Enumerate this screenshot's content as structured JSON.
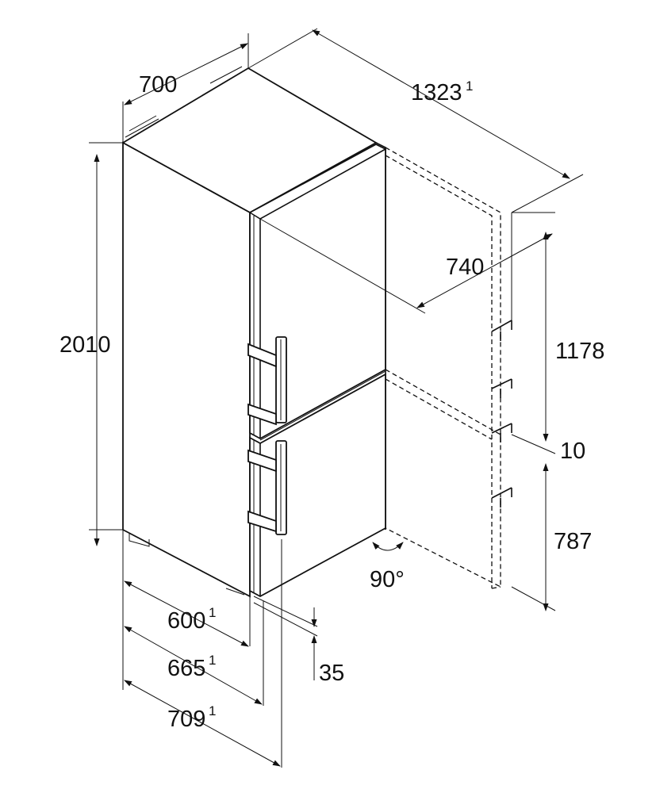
{
  "dimensions": {
    "width": "700",
    "height_total": "2010",
    "open_door_depth": "1323",
    "open_door_depth_note": "1",
    "door_width_open": "740",
    "upper_door": "1178",
    "door_gap": "10",
    "lower_door": "787",
    "depth_body": "600",
    "depth_body_note": "1",
    "depth_with_door": "665",
    "depth_with_door_note": "1",
    "depth_with_handle": "709",
    "depth_with_handle_note": "1",
    "handle_projection": "35",
    "door_angle": "90°"
  }
}
